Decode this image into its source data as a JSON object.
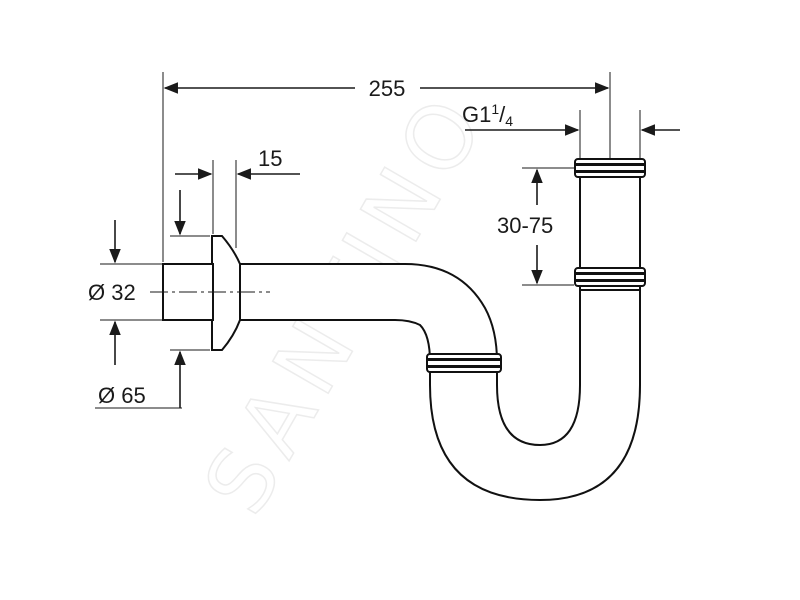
{
  "watermark": {
    "text": "SANTINO",
    "color": "#ececec"
  },
  "dimensions": {
    "overall_length": "255",
    "thread": {
      "prefix": "G1",
      "numerator": "1",
      "slash": "/",
      "denominator": "4"
    },
    "flange_depth": "15",
    "adjust_range": "30-75",
    "inner_diameter": "Ø 32",
    "flange_diameter": "Ø 65"
  },
  "colors": {
    "line": "#1a1a1a",
    "background": "#ffffff"
  }
}
